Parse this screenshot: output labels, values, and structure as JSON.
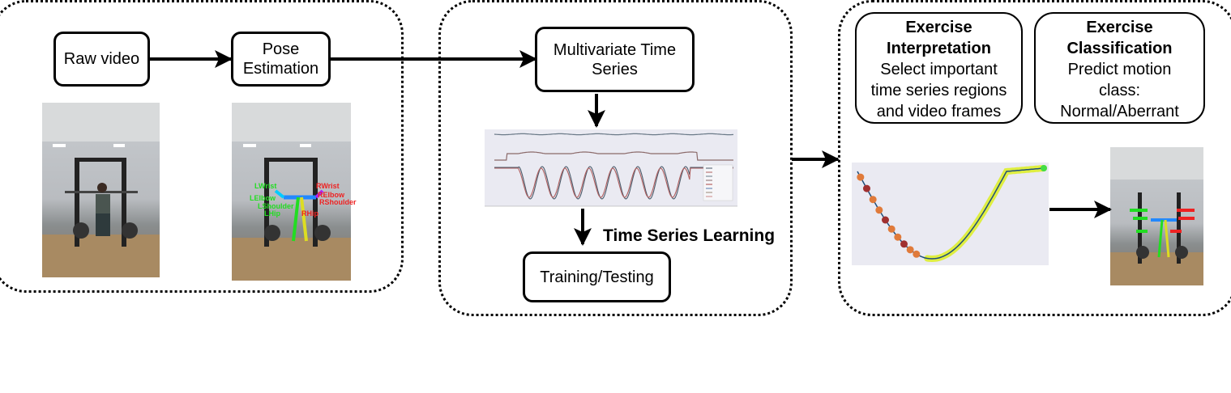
{
  "nodes": {
    "raw_video": "Raw video",
    "pose_estimation_line1": "Pose",
    "pose_estimation_line2": "Estimation",
    "mts_line1": "Multivariate Time",
    "mts_line2": "Series",
    "training": "Training/Testing",
    "interp_title_1": "Exercise",
    "interp_title_2": "Interpretation",
    "interp_body_1": "Select important",
    "interp_body_2": "time series regions",
    "interp_body_3": "and video frames",
    "class_title_1": "Exercise",
    "class_title_2": "Classification",
    "class_body_1": "Predict motion",
    "class_body_2": "class:",
    "class_body_3": "Normal/Aberrant"
  },
  "edge_label": "Time Series Learning",
  "pose_keypoints_left": [
    "LWrist",
    "LElbow",
    "LShoulder",
    "LHip"
  ],
  "pose_keypoints_right": [
    "RWrist",
    "RElbow",
    "RShoulder",
    "RHip"
  ],
  "colors": {
    "left_joint": "#22dd22",
    "right_joint": "#ee2222",
    "plot_bg": "#eaeaf2"
  }
}
